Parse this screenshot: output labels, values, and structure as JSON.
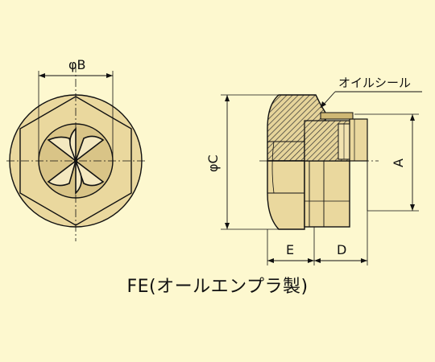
{
  "labels": {
    "phi_b": "φB",
    "phi_c": "φC",
    "oil_seal": "オイルシール",
    "a": "A",
    "d": "D",
    "e": "E"
  },
  "caption": "FE(オールエンプラ製)",
  "colors": {
    "background": "#fdf8cf",
    "line": "#111111",
    "body_fill": "#e8d6a0",
    "hatch": "#333333"
  }
}
